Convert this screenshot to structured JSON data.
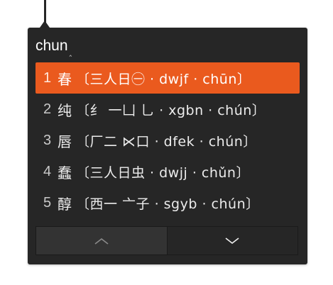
{
  "composition": {
    "text": "chun",
    "caret": "‸"
  },
  "candidates": [
    {
      "index": "1",
      "char": "春",
      "comment": "〔三人日㊀ · dwjf · chūn〕",
      "selected": true
    },
    {
      "index": "2",
      "char": "纯",
      "comment": "〔纟 一凵 乚 · xgbn · chún〕",
      "selected": false
    },
    {
      "index": "3",
      "char": "唇",
      "comment": "〔厂二 ⋉口 · dfek · chún〕",
      "selected": false
    },
    {
      "index": "4",
      "char": "蠢",
      "comment": "〔三人日虫 · dwjj · chǔn〕",
      "selected": false
    },
    {
      "index": "5",
      "char": "醇",
      "comment": "〔西一 亠子 · sgyb · chún〕",
      "selected": false
    }
  ],
  "pager": {
    "prev_icon": "chevron-up-icon",
    "next_icon": "chevron-down-icon"
  },
  "colors": {
    "panel": "#262626",
    "highlight": "#ea5a1e",
    "text": "#ececec"
  }
}
